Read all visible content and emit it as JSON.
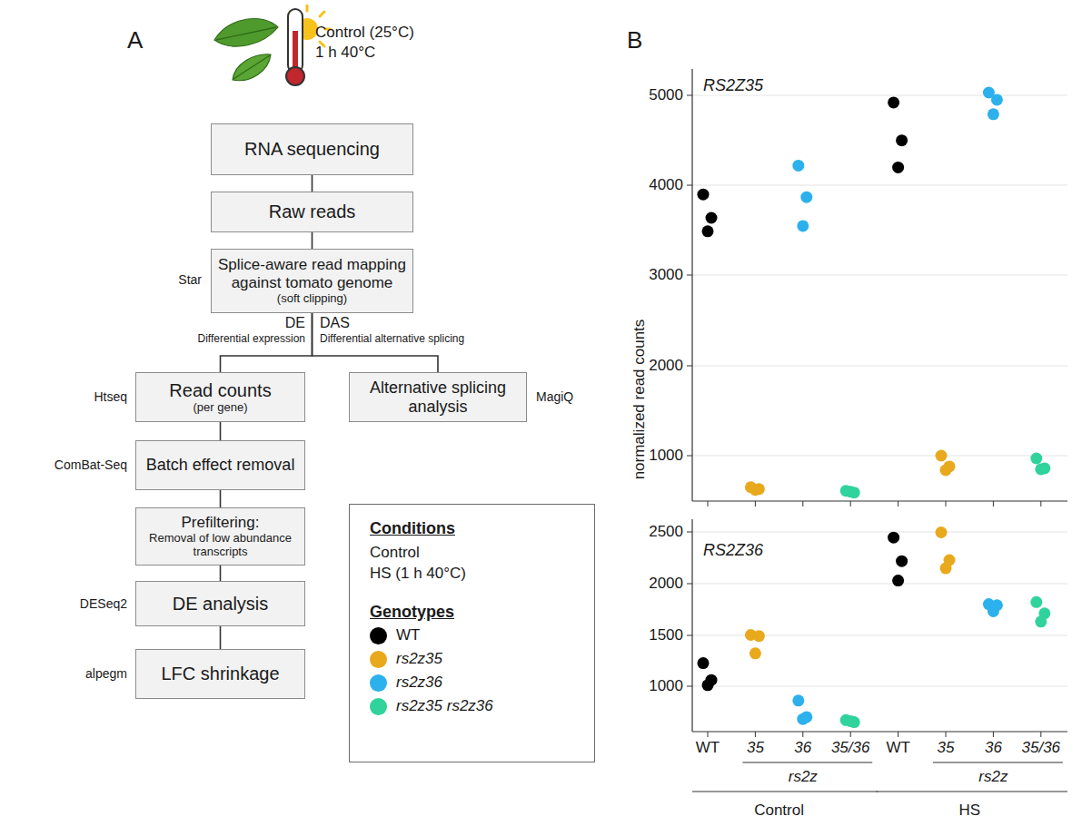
{
  "diagram": {
    "nodes": [
      {
        "text": [
          "RNA sequencing"
        ]
      },
      {
        "text": [
          "Raw reads"
        ]
      },
      {
        "text": [
          "Splice-aware read mapping against tomato genome",
          "(soft clipping)"
        ]
      },
      {
        "text": [
          "Read counts",
          "(per gene)"
        ]
      },
      {
        "text": [
          "Alternative splicing analysis"
        ]
      },
      {
        "text": [
          "Batch effect removal"
        ]
      },
      {
        "text": [
          "Prefiltering:",
          "Removal of low abundance transcripts"
        ]
      },
      {
        "text": [
          "DE analysis"
        ]
      },
      {
        "text": [
          "LFC shrinkage"
        ]
      },
      {
        "text": [
          "Conditions",
          "Control",
          "HS (1 h 40°C)",
          "Genotypes"
        ]
      }
    ],
    "edges": [
      {
        "from": 0,
        "to": 1,
        "arrow": "none"
      },
      {
        "from": 1,
        "to": 2,
        "arrow": "none"
      },
      {
        "from": 2,
        "to": 3,
        "arrow": "none"
      },
      {
        "from": 2,
        "to": 4,
        "arrow": "none"
      },
      {
        "from": 3,
        "to": 5,
        "arrow": "none"
      },
      {
        "from": 5,
        "to": 6,
        "arrow": "none"
      },
      {
        "from": 6,
        "to": 7,
        "arrow": "none"
      },
      {
        "from": 7,
        "to": 8,
        "arrow": "none"
      }
    ],
    "labels": [
      "A",
      "Control (25°C)",
      "1 h 40°C",
      "Star",
      "DE",
      "Differential expression",
      "DAS",
      "Differential alternative splicing",
      "Htseq",
      "MagiQ",
      "ComBat-Seq",
      "DESeq2",
      "alpegm",
      "B",
      "RS2Z35",
      "5000",
      "4000",
      "3000",
      "2000",
      "1000",
      "RS2Z36",
      "2500",
      "2000",
      "1500",
      "1000",
      "normalized read counts",
      "WT",
      "35",
      "36",
      "35/36",
      "WT",
      "35",
      "36",
      "35/36",
      "rs2z",
      "rs2z",
      "Control",
      "HS"
    ],
    "legend": [
      {
        "text": "WT",
        "color": "#000000"
      },
      {
        "text": "rs2z35",
        "color": "#e8a91c"
      },
      {
        "text": "rs2z36",
        "color": "#2cb1ec"
      },
      {
        "text": "rs2z35 rs2z36",
        "color": "#2fd39b"
      }
    ]
  }
}
